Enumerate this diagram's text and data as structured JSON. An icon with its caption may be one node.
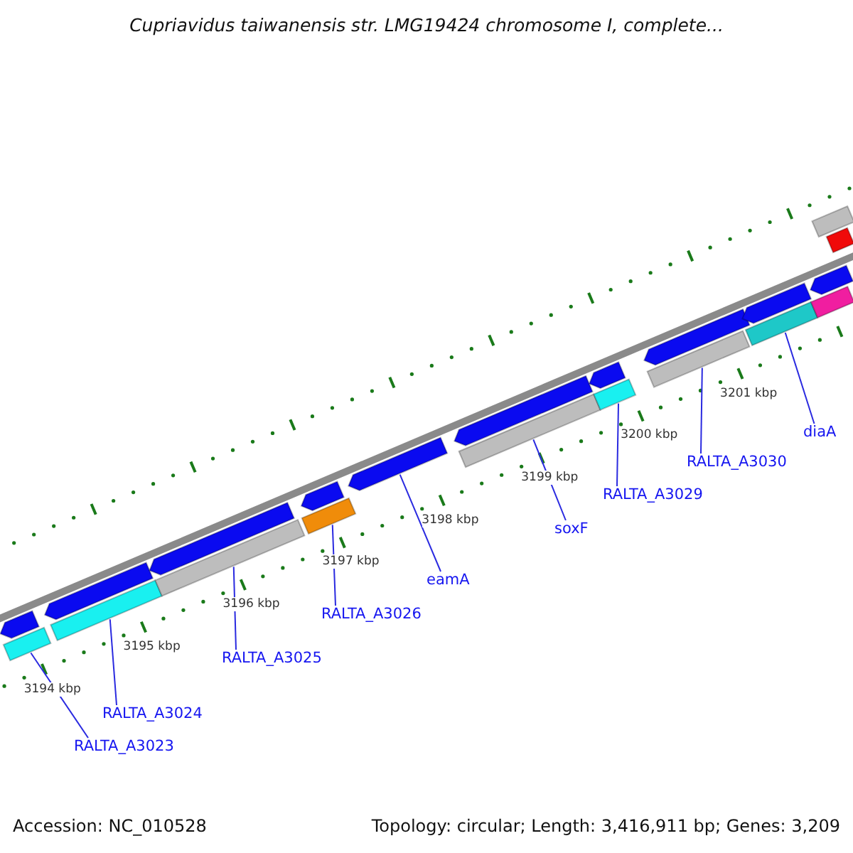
{
  "diagram": {
    "title": "Cupriavidus taiwanensis str. LMG19424 chromosome I, complete...",
    "nodes": [
      {
        "text": [
          "RALTA_A3023"
        ]
      },
      {
        "text": [
          "RALTA_A3024"
        ]
      },
      {
        "text": [
          "RALTA_A3025"
        ]
      },
      {
        "text": [
          "RALTA_A3026"
        ]
      },
      {
        "text": [
          "eamA"
        ]
      },
      {
        "text": [
          "soxF"
        ]
      },
      {
        "text": [
          "RALTA_A3029"
        ]
      },
      {
        "text": [
          "RALTA_A3030"
        ]
      },
      {
        "text": [
          "diaA"
        ]
      },
      {
        "text": [],
        "shape": "arrow"
      },
      {
        "text": [],
        "shape": "bar"
      },
      {
        "text": [],
        "shape": "arrow"
      },
      {
        "text": [],
        "shape": "bar"
      },
      {
        "text": [],
        "shape": "arrow"
      },
      {
        "text": [],
        "shape": "bar"
      },
      {
        "text": [],
        "shape": "arrow"
      },
      {
        "text": [],
        "shape": "bar"
      },
      {
        "text": [],
        "shape": "arrow"
      },
      {
        "text": [],
        "shape": "arrow"
      },
      {
        "text": [],
        "shape": "bar"
      },
      {
        "text": [],
        "shape": "arrow"
      },
      {
        "text": [],
        "shape": "bar"
      },
      {
        "text": [],
        "shape": "arrow"
      },
      {
        "text": [],
        "shape": "bar"
      },
      {
        "text": [],
        "shape": "arrow"
      },
      {
        "text": [],
        "shape": "bar"
      },
      {
        "text": [],
        "shape": "arrow"
      },
      {
        "text": [],
        "shape": "bar"
      },
      {
        "text": [],
        "shape": "bar"
      },
      {
        "text": [],
        "shape": "bar"
      }
    ],
    "edges": [
      {
        "from": 0,
        "to": 10,
        "arrow": "none"
      },
      {
        "from": 1,
        "to": 12,
        "arrow": "none"
      },
      {
        "from": 2,
        "to": 14,
        "arrow": "none"
      },
      {
        "from": 3,
        "to": 16,
        "arrow": "none"
      },
      {
        "from": 4,
        "to": 17,
        "arrow": "none"
      },
      {
        "from": 5,
        "to": 19,
        "arrow": "none"
      },
      {
        "from": 6,
        "to": 21,
        "arrow": "none"
      },
      {
        "from": 7,
        "to": 23,
        "arrow": "none"
      },
      {
        "from": 8,
        "to": 25,
        "arrow": "none"
      }
    ],
    "labels": [
      "3194 kbp",
      "3195 kbp",
      "3196 kbp",
      "3197 kbp",
      "3198 kbp",
      "3199 kbp",
      "3200 kbp",
      "3201 kbp",
      "Accession: NC_010528",
      "Topology: circular; Length: 3,416,911 bp; Genes: 3,209"
    ]
  }
}
